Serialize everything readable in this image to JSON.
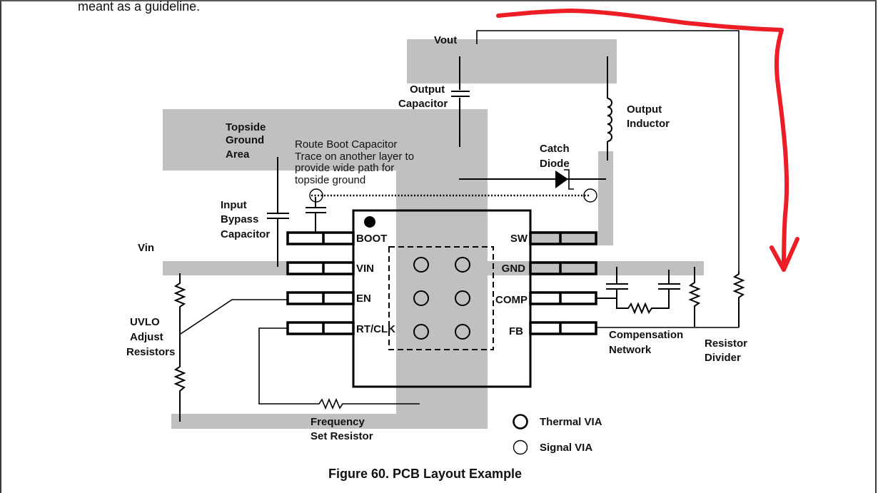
{
  "page": {
    "intro_text": "meant as a guideline.",
    "caption": "Figure 60.  PCB Layout Example"
  },
  "diagram": {
    "copper_color": "#c0c0c0",
    "annotation_color": "#ee1c25",
    "labels": {
      "vout": "Vout",
      "vin": "Vin",
      "output_capacitor": [
        "Output",
        "Capacitor"
      ],
      "output_inductor": [
        "Output",
        "Inductor"
      ],
      "catch_diode": [
        "Catch",
        "Diode"
      ],
      "topside_ground": [
        "Topside",
        "Ground",
        "Area"
      ],
      "route_note": [
        "Route Boot Capacitor",
        "Trace on another layer to",
        "provide wide path for",
        "topside ground"
      ],
      "input_bypass": [
        "Input",
        "Bypass",
        "Capacitor"
      ],
      "uvlo": [
        "UVLO",
        "Adjust",
        "Resistors"
      ],
      "frequency": [
        "Frequency",
        "Set Resistor"
      ],
      "compensation": [
        "Compensation",
        "Network"
      ],
      "divider": [
        "Resistor",
        "Divider"
      ]
    },
    "pins_left": [
      "BOOT",
      "VIN",
      "EN",
      "RT/CLK"
    ],
    "pins_right": [
      "SW",
      "GND",
      "COMP",
      "FB"
    ],
    "legend": [
      {
        "icon": "thermal-via-icon",
        "label": "Thermal VIA"
      },
      {
        "icon": "signal-via-icon",
        "label": "Signal VIA"
      }
    ]
  }
}
